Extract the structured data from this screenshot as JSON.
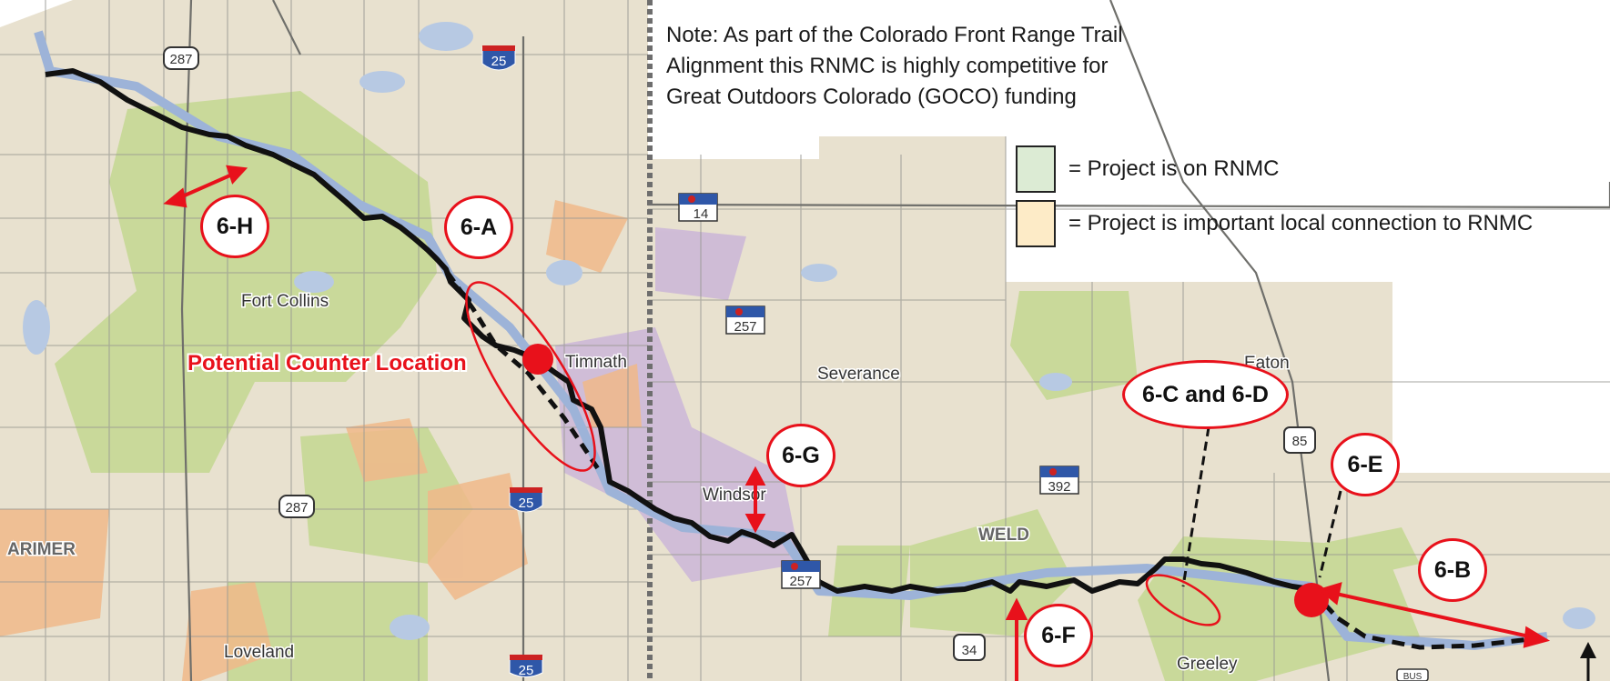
{
  "note": "Note: As part of the Colorado Front Range Trail Alignment this RNMC is highly competitive for Great Outdoors Colorado (GOCO) funding",
  "legend": [
    {
      "text": "= Project is on RNMC",
      "color": "#dcebd4"
    },
    {
      "text": "= Project is important local connection to RNMC",
      "color": "#fdebc7"
    }
  ],
  "counter_label": "Potential Counter Location",
  "projects": [
    "6-A",
    "6-B",
    "6-C and 6-D",
    "6-E",
    "6-F",
    "6-G",
    "6-H"
  ],
  "places": {
    "fort_collins": "Fort Collins",
    "timnath": "Timnath",
    "severance": "Severance",
    "eaton": "Eaton",
    "windsor": "Windsor",
    "loveland": "Loveland",
    "greeley": "Greeley",
    "larimer": "ARIMER",
    "weld": "WELD"
  },
  "shields": {
    "us287_top": "287",
    "us287_mid": "287",
    "i25_top": "25",
    "i25_mid": "25",
    "i25_bottom": "25",
    "co14": "14",
    "co257_top": "257",
    "co257_bottom": "257",
    "co392": "392",
    "us85": "85",
    "us34": "34",
    "bus": "BUS"
  },
  "colors": {
    "accent": "#e8111b",
    "trail": "#111111",
    "river": "#9db3d8",
    "urban_green": "#c9d99a",
    "land": "#e8e1cf",
    "ag_orange": "#f0b98a",
    "purple": "#cdb9d7"
  },
  "icons": [
    "north-arrow-icon",
    "county-line",
    "counter-dot"
  ]
}
